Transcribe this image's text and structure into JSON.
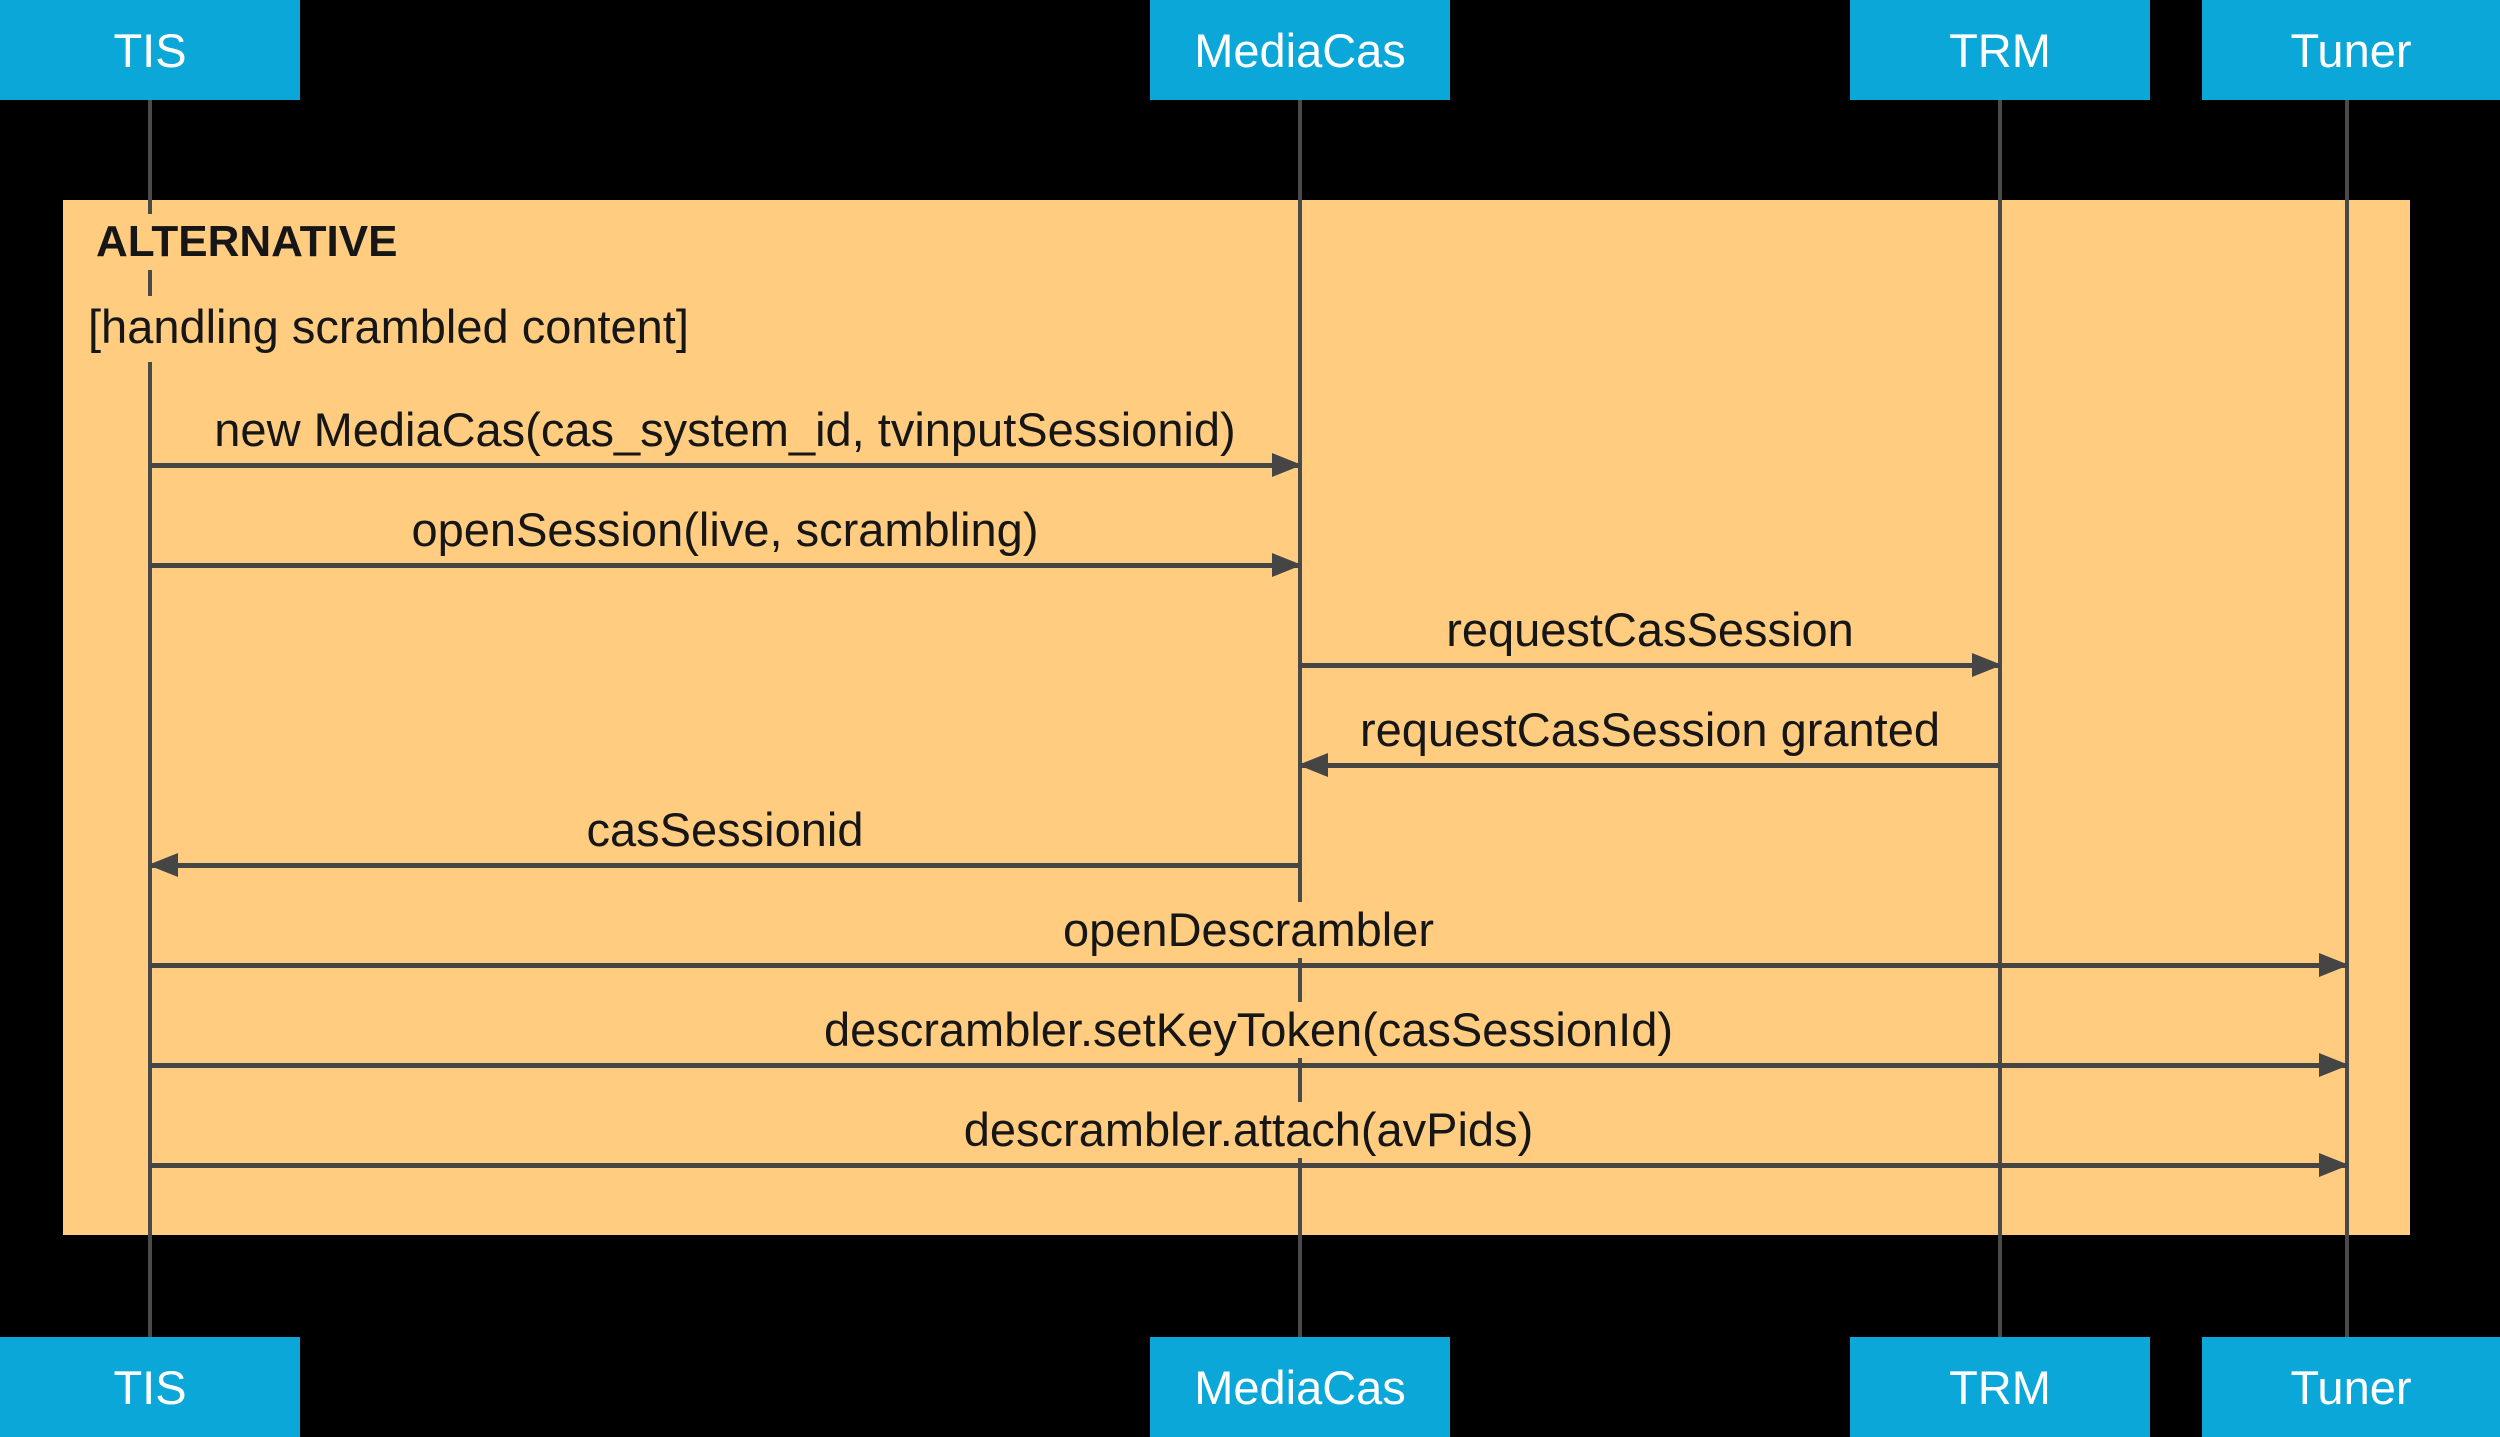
{
  "diagram": {
    "type": "sequence",
    "actors": [
      {
        "id": "tis",
        "label": "TIS"
      },
      {
        "id": "mediacas",
        "label": "MediaCas"
      },
      {
        "id": "trm",
        "label": "TRM"
      },
      {
        "id": "tuner",
        "label": "Tuner"
      }
    ],
    "frame": {
      "operator": "ALTERNATIVE",
      "guard": "[handling scrambled content]"
    },
    "messages": [
      {
        "label": "new MediaCas(cas_system_id, tvinputSessionid)",
        "from": "TIS",
        "to": "MediaCas",
        "direction": "right"
      },
      {
        "label": "openSession(live, scrambling)",
        "from": "TIS",
        "to": "MediaCas",
        "direction": "right"
      },
      {
        "label": "requestCasSession",
        "from": "MediaCas",
        "to": "TRM",
        "direction": "right"
      },
      {
        "label": "requestCasSession granted",
        "from": "TRM",
        "to": "MediaCas",
        "direction": "left"
      },
      {
        "label": "casSessionid",
        "from": "MediaCas",
        "to": "TIS",
        "direction": "left"
      },
      {
        "label": "openDescrambler",
        "from": "TIS",
        "to": "Tuner",
        "direction": "right"
      },
      {
        "label": "descrambler.setKeyToken(casSessionId)",
        "from": "TIS",
        "to": "Tuner",
        "direction": "right"
      },
      {
        "label": "descrambler.attach(avPids)",
        "from": "TIS",
        "to": "Tuner",
        "direction": "right"
      }
    ],
    "colors": {
      "background": "#000000",
      "actor_fill": "#0AA7D8",
      "actor_text": "#FFFFFF",
      "frame_fill": "#FFCC80",
      "line": "#454545",
      "message_text": "#161616"
    }
  }
}
